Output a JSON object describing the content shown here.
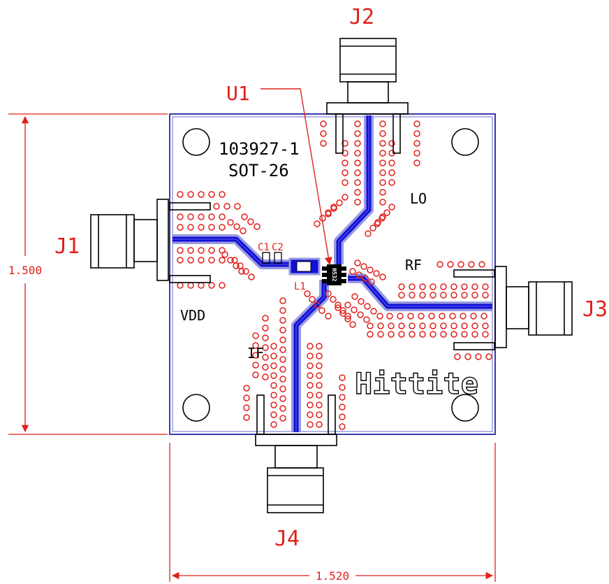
{
  "colors": {
    "outline": "#000000",
    "board_edge": "#3a3aa8",
    "board_edge_fill": "#c8c8ee",
    "trace": "#1010d8",
    "trace_clearance": "#9a9ae0",
    "via": "#e0201c",
    "dimension": "#e0201c",
    "label_red": "#e0201c",
    "text": "#000000"
  },
  "board": {
    "part_number": "103927-1",
    "package": "SOT-26",
    "brand": "Hittite",
    "chip_marking": "H532"
  },
  "connectors": {
    "j1": "J1",
    "j2": "J2",
    "j3": "J3",
    "j4": "J4"
  },
  "port_labels": {
    "lo": "LO",
    "rf": "RF",
    "if": "IF",
    "vdd": "VDD"
  },
  "components": {
    "u1": "U1",
    "c1": "C1",
    "c2": "C2",
    "l1": "L1"
  },
  "dimensions": {
    "height": "1.500",
    "width": "1.520"
  }
}
